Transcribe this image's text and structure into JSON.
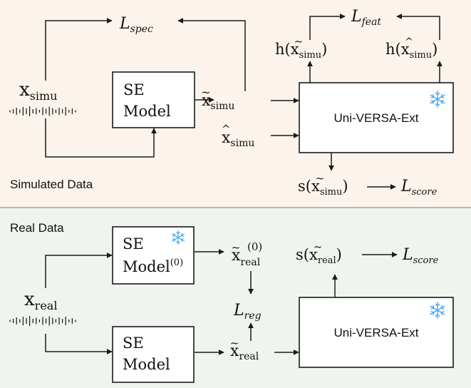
{
  "panels": {
    "simulated": {
      "label": "Simulated Data",
      "bg": "#fcf4ec"
    },
    "real": {
      "label": "Real Data",
      "bg": "#eff5ee"
    }
  },
  "colors": {
    "snowflake": "#4aa8e8",
    "divider": "#b8b8b8"
  },
  "icons": {
    "frozen": "snowflake-icon",
    "audio": "waveform-icon"
  },
  "simulated": {
    "input": {
      "base": "x",
      "sub": "simu"
    },
    "se_model": {
      "line1": "SE",
      "line2": "Model"
    },
    "enhanced": {
      "base": "x",
      "accent": "~",
      "sub": "simu"
    },
    "clean": {
      "base": "x",
      "accent": "^",
      "sub": "simu"
    },
    "uni_versa": "Uni-VERSA-Ext",
    "loss_spec": {
      "script": "L",
      "sub": "spec"
    },
    "loss_feat": {
      "script": "L",
      "sub": "feat"
    },
    "feat_enhanced": {
      "fn": "h(",
      "base": "x",
      "accent": "~",
      "sub": "simu",
      "close": ")"
    },
    "feat_clean": {
      "fn": "h(",
      "base": "x",
      "accent": "^",
      "sub": "simu",
      "close": ")"
    },
    "score": {
      "fn": "s(",
      "base": "x",
      "accent": "~",
      "sub": "simu",
      "close": ")"
    },
    "loss_score": {
      "script": "L",
      "sub": "score"
    }
  },
  "real": {
    "input": {
      "base": "x",
      "sub": "real"
    },
    "se_model_frozen": {
      "line1": "SE",
      "line2": "Model",
      "sup": "(0)"
    },
    "se_model": {
      "line1": "SE",
      "line2": "Model"
    },
    "enhanced0": {
      "base": "x",
      "accent": "~",
      "sub": "real",
      "sup": "(0)"
    },
    "enhanced": {
      "base": "x",
      "accent": "~",
      "sub": "real"
    },
    "uni_versa": "Uni-VERSA-Ext",
    "loss_reg": {
      "script": "L",
      "sub": "reg"
    },
    "score": {
      "fn": "s(",
      "base": "x",
      "accent": "~",
      "sub": "real",
      "close": ")"
    },
    "loss_score": {
      "script": "L",
      "sub": "score"
    }
  }
}
